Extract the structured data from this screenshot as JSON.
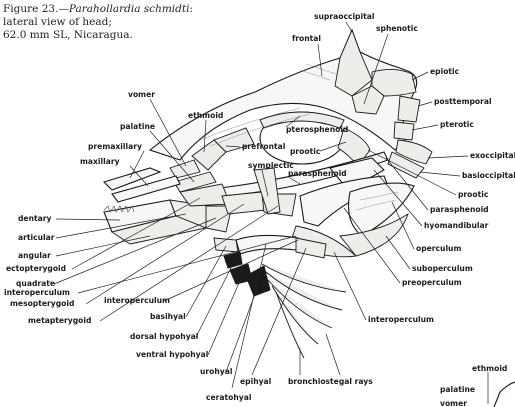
{
  "caption": {
    "line1_prefix": "Figure 23.—",
    "line1_species": "Parahollardia schmidti",
    "line1_suffix": ":",
    "line2": "lateral view of head;",
    "line3": "62.0 mm SL, Nicaragua."
  },
  "labels": {
    "supraoccipital": "supraoccipital",
    "frontal": "frontal",
    "sphenotic": "sphenotic",
    "epiotic": "epiotic",
    "posttemporal": "posttemporal",
    "pterotic": "pterotic",
    "exoccipital": "exoccipital",
    "basioccipital": "basioccipital",
    "prootic_right": "prootic",
    "parasphenoid_right": "parasphenoid",
    "hyomandibular": "hyomandibular",
    "operculum": "operculum",
    "subopercculum": "suboperculum",
    "preoperculum": "preoperculum",
    "interoperculum_right": "interoperculum",
    "vomer": "vomer",
    "ethmoid": "ethmoid",
    "palatine": "palatine",
    "premaxillary": "premaxillary",
    "maxillary": "maxillary",
    "prefrontal": "prefrontal",
    "pterosphenoid": "pterosphenoid",
    "prootic_center": "prootic",
    "symplectic": "symplectic",
    "parasphenoid_center": "parasphenoid",
    "dentary": "dentary",
    "articular": "articular",
    "angular": "angular",
    "ectopterygoid": "ectopterygoid",
    "quadrate": "quadrate",
    "interoperculum_left": "interoperculum",
    "mesopterygoid": "mesopterygoid",
    "metapterygoid": "metapterygoid",
    "interoperculum_lower": "interoperculum",
    "basihyal": "basihyal",
    "dorsal_hypohyal": "dorsal hypohyal",
    "ventral_hypohyal": "ventral hypohyal",
    "urohyal": "urohyal",
    "epihyal": "epihyal",
    "bronchiostegal_rays": "bronchiostegal rays",
    "ceratohyal": "ceratohyal",
    "ethmoid_next": "ethmoid",
    "palatine_next": "palatine",
    "vomer_next": "vomer"
  }
}
